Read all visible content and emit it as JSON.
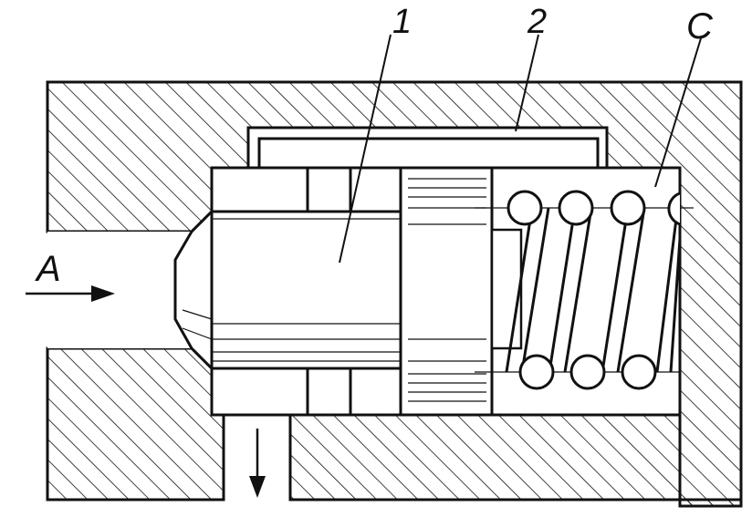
{
  "labels": {
    "piston": "1",
    "channel": "2",
    "spring_chamber": "C",
    "inlet": "A"
  },
  "colors": {
    "ink": "#111111",
    "paper": "#ffffff"
  }
}
